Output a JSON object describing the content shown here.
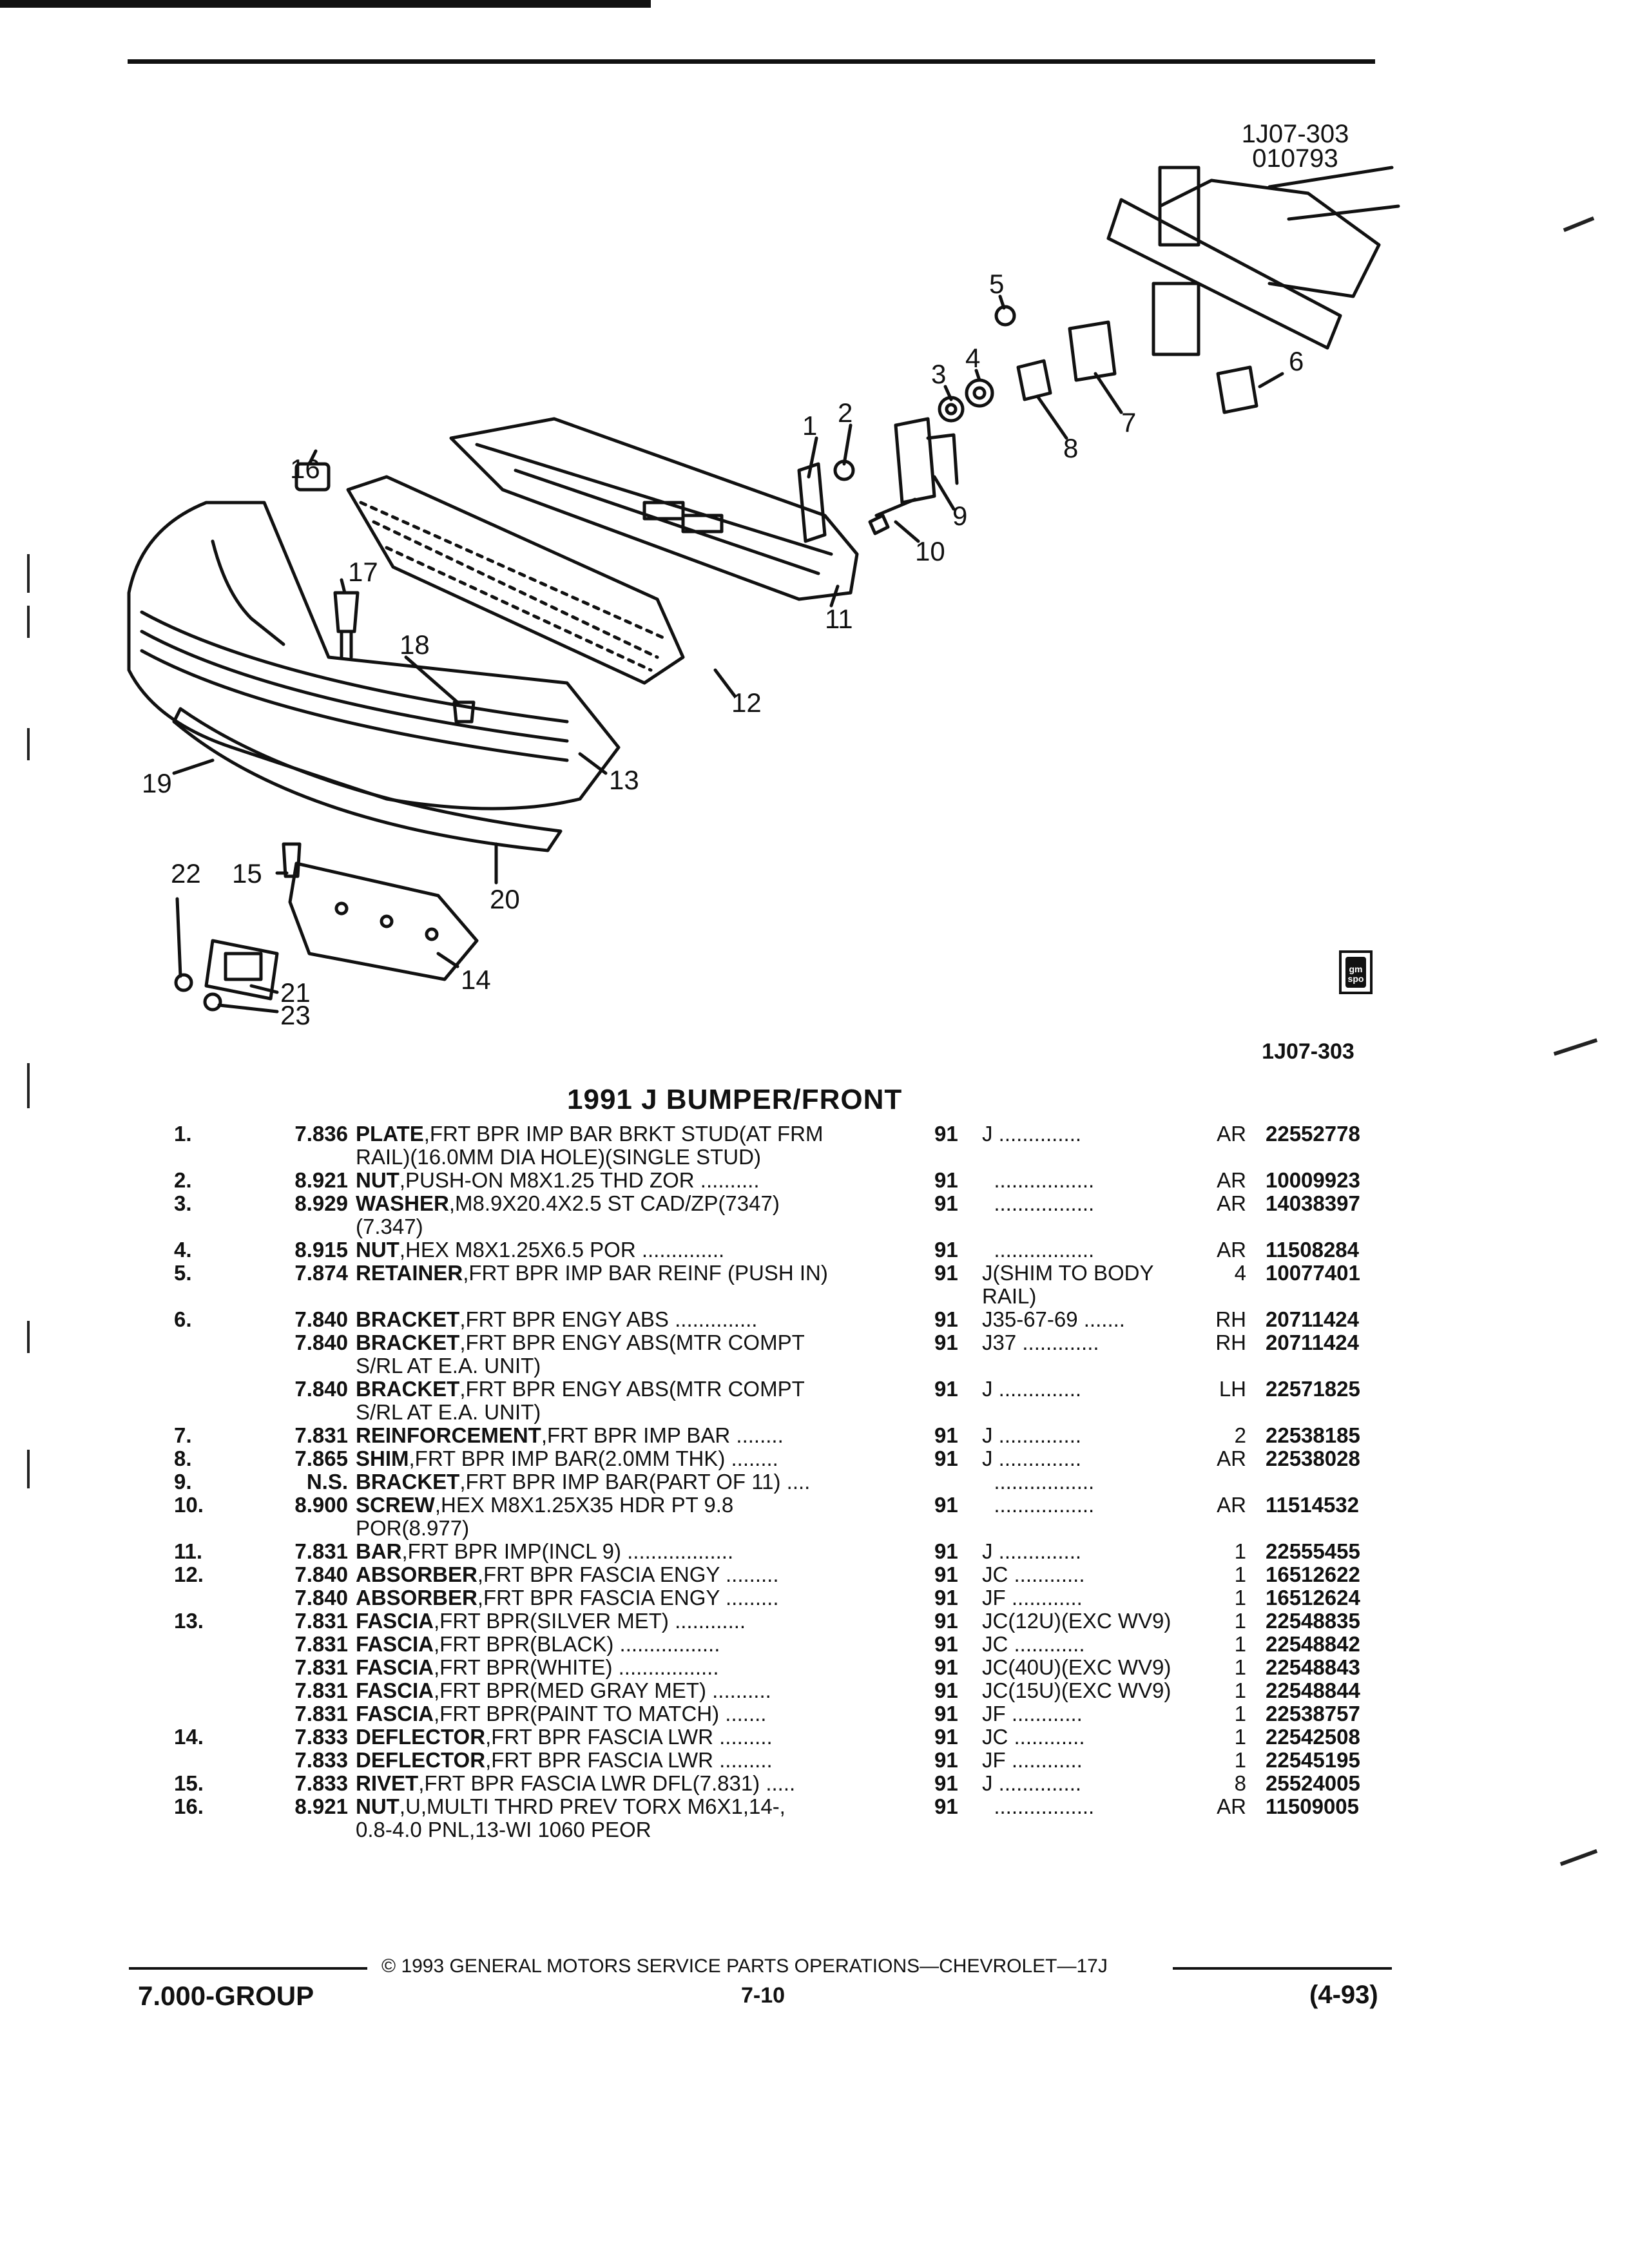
{
  "header": {
    "code": "1J07-303",
    "date_code": "010793"
  },
  "diagram": {
    "callouts": [
      "1",
      "2",
      "3",
      "4",
      "5",
      "6",
      "7",
      "8",
      "9",
      "10",
      "11",
      "12",
      "13",
      "14",
      "15",
      "16",
      "17",
      "18",
      "19",
      "20",
      "21",
      "22",
      "23"
    ],
    "figure_code": "1J07-303",
    "badge_text": "gm spo"
  },
  "section_title": "1991 J BUMPER/FRONT",
  "parts": [
    {
      "num": "1.",
      "grp": "7.836",
      "name": "PLATE",
      "desc": ",FRT BPR IMP BAR BRKT STUD(AT FRM",
      "desc2": "RAIL)(16.0MM DIA HOLE)(SINGLE STUD)",
      "year": "91",
      "model": "J ..............",
      "model2": "",
      "qty": "AR",
      "part": "22552778"
    },
    {
      "num": "2.",
      "grp": "8.921",
      "name": "NUT",
      "desc": ",PUSH-ON M8X1.25 THD ZOR ..........",
      "desc2": "",
      "year": "91",
      "model": "  .................",
      "model2": "",
      "qty": "AR",
      "part": "10009923"
    },
    {
      "num": "3.",
      "grp": "8.929",
      "name": "WASHER",
      "desc": ",M8.9X20.4X2.5 ST CAD/ZP(7347)",
      "desc2": "(7.347)",
      "year": "91",
      "model": "  .................",
      "model2": "",
      "qty": "AR",
      "part": "14038397"
    },
    {
      "num": "4.",
      "grp": "8.915",
      "name": "NUT",
      "desc": ",HEX M8X1.25X6.5 POR ..............",
      "desc2": "",
      "year": "91",
      "model": "  .................",
      "model2": "",
      "qty": "AR",
      "part": "11508284"
    },
    {
      "num": "5.",
      "grp": "7.874",
      "name": "RETAINER",
      "desc": ",FRT BPR IMP BAR REINF (PUSH IN)",
      "desc2": "",
      "year": "91",
      "model": "J(SHIM TO BODY",
      "model2": "RAIL)",
      "qty": "4",
      "part": "10077401"
    },
    {
      "num": "6.",
      "grp": "7.840",
      "name": "BRACKET",
      "desc": ",FRT BPR ENGY ABS ..............",
      "desc2": "",
      "year": "91",
      "model": "J35-67-69 .......",
      "model2": "",
      "qty": "RH",
      "part": "20711424"
    },
    {
      "num": "",
      "grp": "7.840",
      "name": "BRACKET",
      "desc": ",FRT BPR ENGY ABS(MTR COMPT",
      "desc2": "S/RL AT E.A. UNIT)",
      "year": "91",
      "model": "J37 .............",
      "model2": "",
      "qty": "RH",
      "part": "20711424"
    },
    {
      "num": "",
      "grp": "7.840",
      "name": "BRACKET",
      "desc": ",FRT BPR ENGY ABS(MTR COMPT",
      "desc2": "S/RL AT E.A. UNIT)",
      "year": "91",
      "model": "J ..............",
      "model2": "",
      "qty": "LH",
      "part": "22571825"
    },
    {
      "num": "7.",
      "grp": "7.831",
      "name": "REINFORCEMENT",
      "desc": ",FRT BPR IMP BAR ........",
      "desc2": "",
      "year": "91",
      "model": "J ..............",
      "model2": "",
      "qty": "2",
      "part": "22538185"
    },
    {
      "num": "8.",
      "grp": "7.865",
      "name": "SHIM",
      "desc": ",FRT BPR IMP BAR(2.0MM THK) ........",
      "desc2": "",
      "year": "91",
      "model": "J ..............",
      "model2": "",
      "qty": "AR",
      "part": "22538028"
    },
    {
      "num": "9.",
      "grp": "N.S.",
      "name": "BRACKET",
      "desc": ",FRT BPR IMP BAR(PART OF 11) ....",
      "desc2": "",
      "year": "",
      "model": "  .................",
      "model2": "",
      "qty": "",
      "part": ""
    },
    {
      "num": "10.",
      "grp": "8.900",
      "name": "SCREW",
      "desc": ",HEX M8X1.25X35 HDR PT 9.8",
      "desc2": "POR(8.977)",
      "year": "91",
      "model": "  .................",
      "model2": "",
      "qty": "AR",
      "part": "11514532"
    },
    {
      "num": "11.",
      "grp": "7.831",
      "name": "BAR",
      "desc": ",FRT BPR IMP(INCL 9) ..................",
      "desc2": "",
      "year": "91",
      "model": "J ..............",
      "model2": "",
      "qty": "1",
      "part": "22555455"
    },
    {
      "num": "12.",
      "grp": "7.840",
      "name": "ABSORBER",
      "desc": ",FRT BPR FASCIA ENGY .........",
      "desc2": "",
      "year": "91",
      "model": "JC ............",
      "model2": "",
      "qty": "1",
      "part": "16512622"
    },
    {
      "num": "",
      "grp": "7.840",
      "name": "ABSORBER",
      "desc": ",FRT BPR FASCIA ENGY .........",
      "desc2": "",
      "year": "91",
      "model": "JF ............",
      "model2": "",
      "qty": "1",
      "part": "16512624"
    },
    {
      "num": "13.",
      "grp": "7.831",
      "name": "FASCIA",
      "desc": ",FRT BPR(SILVER MET) ............",
      "desc2": "",
      "year": "91",
      "model": "JC(12U)(EXC WV9)",
      "model2": "",
      "qty": "1",
      "part": "22548835"
    },
    {
      "num": "",
      "grp": "7.831",
      "name": "FASCIA",
      "desc": ",FRT BPR(BLACK) .................",
      "desc2": "",
      "year": "91",
      "model": "JC ............",
      "model2": "",
      "qty": "1",
      "part": "22548842"
    },
    {
      "num": "",
      "grp": "7.831",
      "name": "FASCIA",
      "desc": ",FRT BPR(WHITE) .................",
      "desc2": "",
      "year": "91",
      "model": "JC(40U)(EXC WV9)",
      "model2": "",
      "qty": "1",
      "part": "22548843"
    },
    {
      "num": "",
      "grp": "7.831",
      "name": "FASCIA",
      "desc": ",FRT BPR(MED GRAY MET) ..........",
      "desc2": "",
      "year": "91",
      "model": "JC(15U)(EXC WV9)",
      "model2": "",
      "qty": "1",
      "part": "22548844"
    },
    {
      "num": "",
      "grp": "7.831",
      "name": "FASCIA",
      "desc": ",FRT BPR(PAINT TO MATCH) .......",
      "desc2": "",
      "year": "91",
      "model": "JF ............",
      "model2": "",
      "qty": "1",
      "part": "22538757"
    },
    {
      "num": "14.",
      "grp": "7.833",
      "name": "DEFLECTOR",
      "desc": ",FRT BPR FASCIA LWR .........",
      "desc2": "",
      "year": "91",
      "model": "JC ............",
      "model2": "",
      "qty": "1",
      "part": "22542508"
    },
    {
      "num": "",
      "grp": "7.833",
      "name": "DEFLECTOR",
      "desc": ",FRT BPR FASCIA LWR .........",
      "desc2": "",
      "year": "91",
      "model": "JF ............",
      "model2": "",
      "qty": "1",
      "part": "22545195"
    },
    {
      "num": "15.",
      "grp": "7.833",
      "name": "RIVET",
      "desc": ",FRT BPR FASCIA LWR DFL(7.831) .....",
      "desc2": "",
      "year": "91",
      "model": "J ..............",
      "model2": "",
      "qty": "8",
      "part": "25524005"
    },
    {
      "num": "16.",
      "grp": "8.921",
      "name": "NUT",
      "desc": ",U,MULTI THRD PREV TORX M6X1,14-,",
      "desc2": "0.8-4.0 PNL,13-WI 1060 PEOR",
      "year": "91",
      "model": "  .................",
      "model2": "",
      "qty": "AR",
      "part": "11509005"
    }
  ],
  "footer": {
    "copyright": "© 1993 GENERAL MOTORS SERVICE PARTS OPERATIONS—CHEVROLET—17J",
    "group": "7.000-GROUP",
    "page": "7-10",
    "date": "(4-93)"
  }
}
